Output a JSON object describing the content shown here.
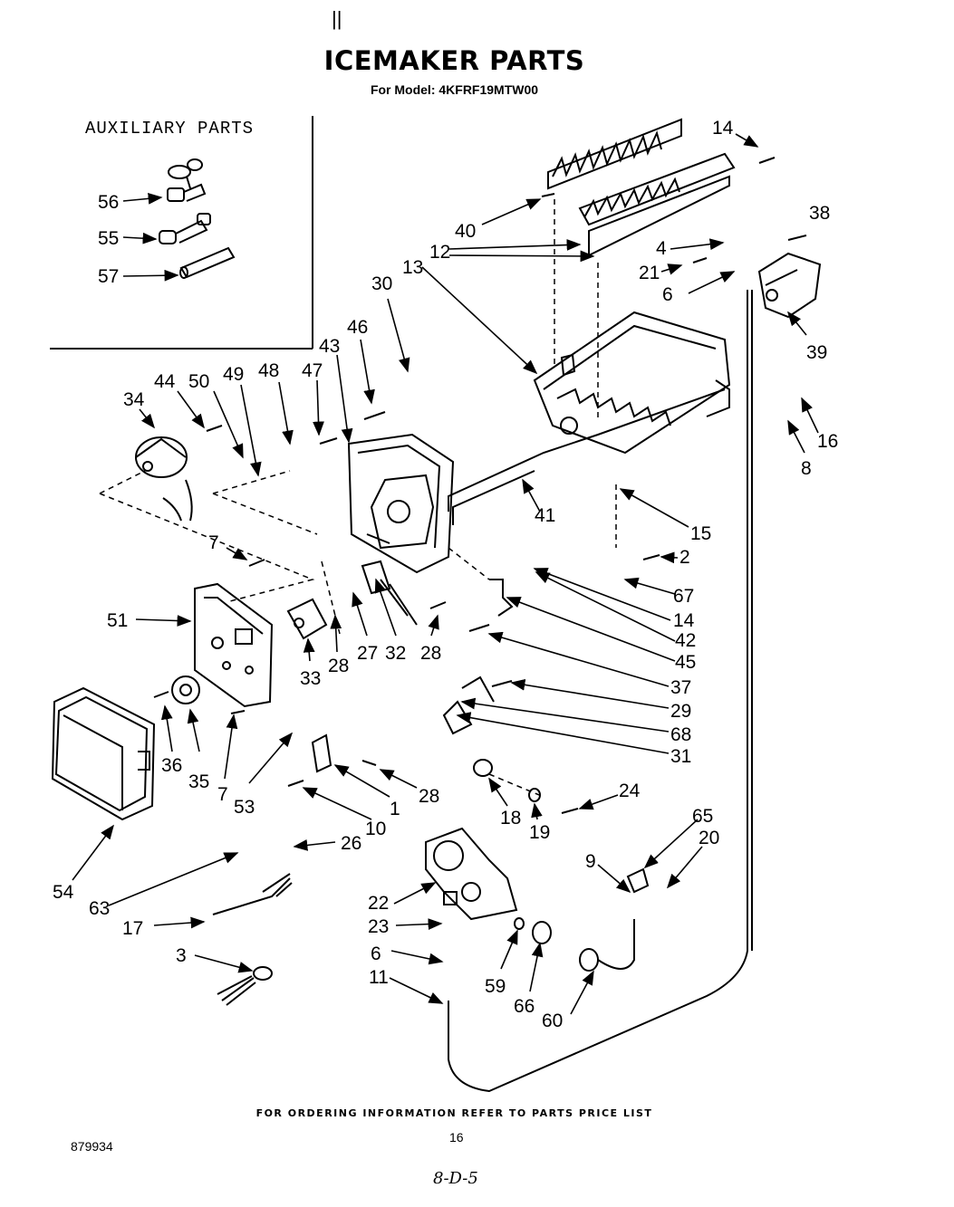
{
  "header": {
    "top_mark": "||",
    "title": "ICEMAKER PARTS",
    "model": "For Model: 4KFRF19MTW00"
  },
  "auxiliary": {
    "label": "AUXILIARY PARTS"
  },
  "callouts": [
    "56",
    "55",
    "57",
    "14",
    "38",
    "40",
    "12",
    "4",
    "21",
    "6",
    "13",
    "39",
    "30",
    "46",
    "43",
    "44",
    "50",
    "49",
    "48",
    "47",
    "34",
    "16",
    "8",
    "41",
    "15",
    "7",
    "2",
    "67",
    "14",
    "51",
    "42",
    "45",
    "28",
    "27",
    "32",
    "28",
    "33",
    "37",
    "29",
    "68",
    "31",
    "36",
    "35",
    "7",
    "53",
    "28",
    "1",
    "10",
    "18",
    "19",
    "24",
    "54",
    "26",
    "63",
    "65",
    "20",
    "9",
    "22",
    "17",
    "23",
    "6",
    "59",
    "66",
    "3",
    "11",
    "60"
  ],
  "footer": {
    "ordering_note": "FOR ORDERING INFORMATION REFER TO PARTS PRICE LIST",
    "doc_number": "879934",
    "page_number": "16",
    "handwritten": "8-D-5"
  }
}
